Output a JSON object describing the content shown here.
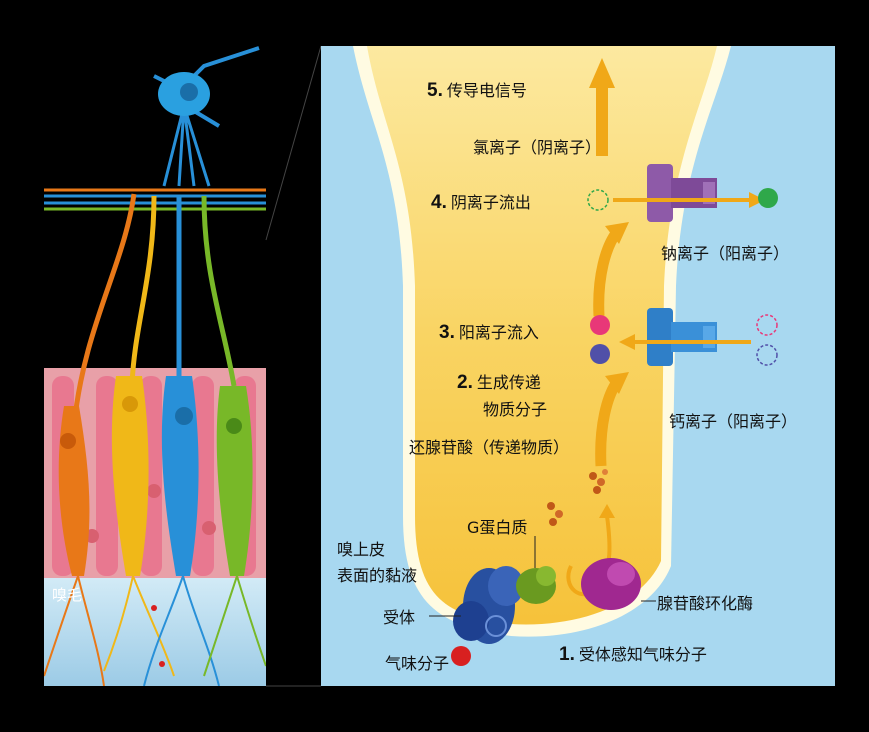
{
  "labels": {
    "step5": {
      "num": "5.",
      "text": "传导电信号"
    },
    "chloride": "氯离子（阴离子）",
    "step4": {
      "num": "4.",
      "text": "阴离子流出"
    },
    "sodium": "钠离子（阳离子）",
    "step3": {
      "num": "3.",
      "text": "阳离子流入"
    },
    "step2_line1": {
      "num": "2.",
      "text": "生成传递"
    },
    "step2_line2": "物质分子",
    "calcium": "钙离子（阳离子）",
    "camp": "还腺苷酸（传递物质）",
    "gprotein": "G蛋白质",
    "mucus_line1": "嗅上皮",
    "mucus_line2": "表面的黏液",
    "adenylate": "腺苷酸环化酶",
    "receptor": "受体",
    "odorant": "气味分子",
    "step1": {
      "num": "1.",
      "text": "受体感知气味分子"
    },
    "cilia": "嗅毛"
  },
  "colors": {
    "background": "#000000",
    "extracellular": "#a8d8f0",
    "cytoplasm": "#f8cc4a",
    "arrow": "#f0a818",
    "channel_purple": "#8e5aa8",
    "channel_blue": "#2f7fc8",
    "chloride_ion": "#2fa84a",
    "sodium_ion": "#e83878",
    "calcium_ion": "#5050a8",
    "receptor": "#2850a0",
    "gprotein": "#6a9a20",
    "adenylate_cyclase": "#a02890",
    "odorant": "#d82020",
    "neuron_orange": "#e87818",
    "neuron_yellow": "#f0b818",
    "neuron_blue": "#2890d8",
    "neuron_green": "#78b828",
    "support_cells": "#e87890"
  }
}
